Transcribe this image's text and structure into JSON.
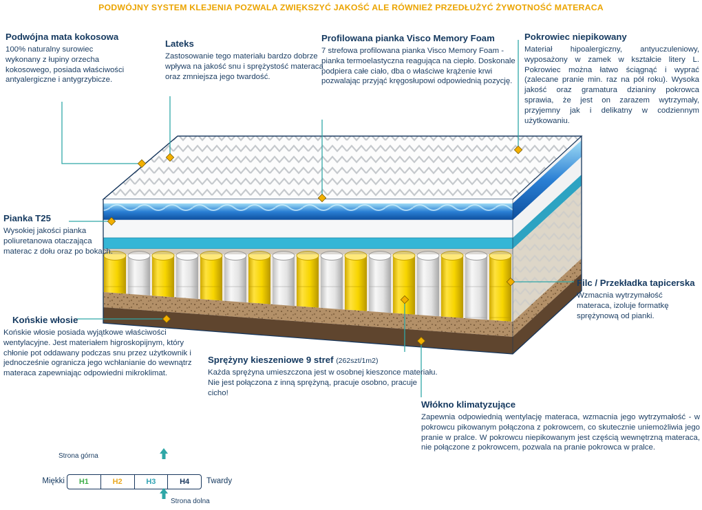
{
  "header": {
    "text": "PODWÓJNY SYSTEM KLEJENIA POZWALA ZWIĘKSZYĆ JAKOŚĆ ALE RÓWNIEŻ PRZEDŁUŻYĆ ŻYWOTNOŚĆ MATERACA"
  },
  "annotations": {
    "mata": {
      "title": "Podwójna mata kokosowa",
      "body": "100% naturalny surowiec wykonany z łupiny orzecha kokosowego, posiada właściwości antyalergiczne i antygrzybicze."
    },
    "lateks": {
      "title": "Lateks",
      "body": "Zastosowanie tego materiału bardzo dobrze wpływa na jakość snu i sprężystość materaca oraz zmniejsza jego twardość."
    },
    "visco": {
      "title": "Profilowana pianka Visco Memory Foam",
      "body": "7 strefowa profilowana pianka Visco Memory Foam - pianka termoelastyczna reagująca na ciepło. Doskonale podpiera całe ciało, dba o właściwe krążenie krwi pozwalając przyjąć kręgosłupowi odpowiednią pozycję."
    },
    "pokrowiec": {
      "title": "Pokrowiec niepikowany",
      "body": "Materiał hipoalergiczny, antyuczuleniowy, wyposażony w zamek w kształcie litery L. Pokrowiec można łatwo ściągnąć i wyprać (zalecane pranie min. raz na pół roku). Wysoka jakość oraz gramatura dzianiny pokrowca sprawia, że jest on zarazem wytrzymały, przyjemny jak i delikatny w codziennym użytkowaniu."
    },
    "pianka": {
      "title": "Pianka T25",
      "body": "Wysokiej jakości pianka poliuretanowa otaczająca materac z dołu oraz po bokach."
    },
    "filc": {
      "title": "Filc / Przekładka tapicerska",
      "body": "Wzmacnia wytrzymałość materaca, izoluje formatkę sprężynową od pianki."
    },
    "konskie": {
      "title": "Końskie włosie",
      "body": "Końskie włosie posiada wyjątkowe właściwości wentylacyjne. Jest materiałem higroskopijnym, który chłonie pot oddawany podczas snu przez użytkownik i jednocześnie ogranicza jego wchłanianie do wewnątrz materaca zapewniając odpowiedni mikroklimat."
    },
    "sprezyny": {
      "title": "Sprężyny kieszeniowe 9 stref",
      "suffix": "(262szt/1m2)",
      "body": "Każda sprężyna umieszczona jest w osobnej kieszonce materiału. Nie jest połączona z inną sprężyną, pracuje osobno, pracuje cicho!"
    },
    "wlokno": {
      "title": "Włókno klimatyzujące",
      "body": "Zapewnia odpowiednią wentylację materaca, wzmacnia jego wytrzymałość - w pokrowcu pikowanym połączona z pokrowcem, co skutecznie uniemożliwia jego pranie w pralce. W pokrowcu niepikowanym jest częścią wewnętrzną materaca, nie połączone z pokrowcem, pozwala na pranie pokrowca w pralce."
    }
  },
  "scale": {
    "top_label": "Strona górna",
    "bottom_label": "Strona dolna",
    "soft_label": "Miękki",
    "hard_label": "Twardy",
    "levels": [
      {
        "label": "H1",
        "color": "#3fae49"
      },
      {
        "label": "H2",
        "color": "#e9a820"
      },
      {
        "label": "H3",
        "color": "#31a3b4"
      },
      {
        "label": "H4",
        "color": "#17365d"
      }
    ]
  },
  "icons": {
    "marker": "diamond-icon",
    "direction": "up-arrow-icon"
  },
  "colors": {
    "header_orange": "#eba400",
    "heading_navy": "#163a60",
    "leader_teal": "#2fa7a7",
    "marker_orange": "#f3b000",
    "spring_yellow": "#f7d500",
    "wave_blue": "#2a7fd4",
    "base_brown": "#5f452e"
  }
}
